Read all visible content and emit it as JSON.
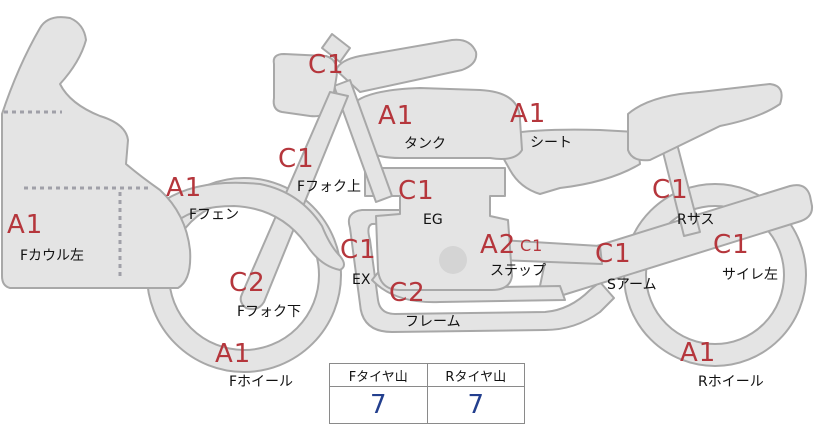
{
  "labels": {
    "f_cowl_left": "Fカウル左",
    "f_fender": "Fフェン",
    "f_fork_upper": "Fフォク上",
    "f_fork_lower": "Fフォク下",
    "f_wheel": "Fホイール",
    "tank": "タンク",
    "seat": "シート",
    "eg": "EG",
    "ex": "EX",
    "frame": "フレーム",
    "step": "ステップ",
    "s_arm": "Sアーム",
    "r_sus": "Rサス",
    "silencer_left": "サイレ左",
    "r_wheel": "Rホイール"
  },
  "grades": {
    "f_cowl_left": "A1",
    "f_fender": "A1",
    "f_fork_upper": "C1",
    "f_fork_top": "C1",
    "f_fork_lower": "C2",
    "f_wheel": "A1",
    "tank": "A1",
    "seat": "A1",
    "eg": "C1",
    "ex": "C1",
    "frame": "C2",
    "step_main": "A2",
    "step_sub": "C1",
    "s_arm": "C1",
    "r_sus": "C1",
    "silencer_left": "C1",
    "r_wheel": "A1"
  },
  "tire_table": {
    "front_header": "Fタイヤ山",
    "rear_header": "Rタイヤ山",
    "front_value": "7",
    "rear_value": "7"
  },
  "colors": {
    "grade_text": "#b5363c",
    "tire_value": "#233f8e",
    "part_fill": "#e4e4e4",
    "part_stroke": "#a8a8a8"
  }
}
